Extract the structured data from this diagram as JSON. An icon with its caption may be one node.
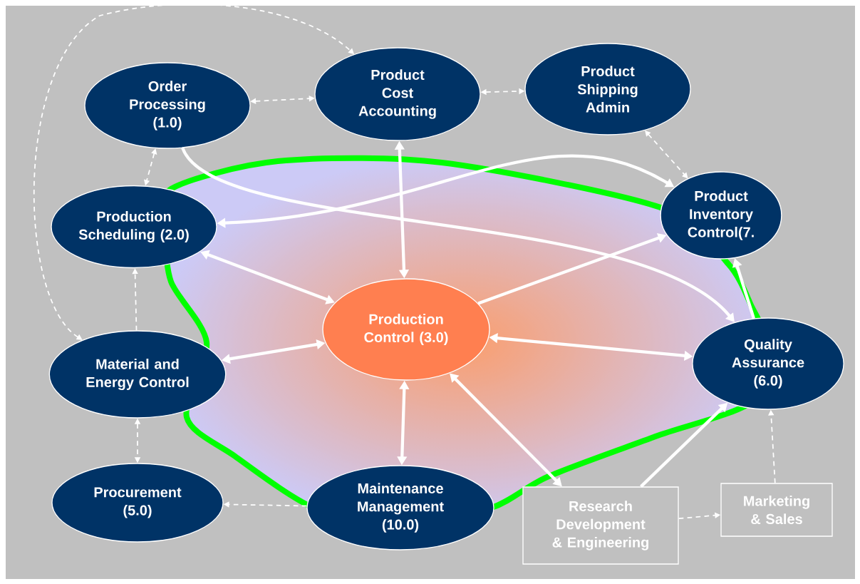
{
  "diagram": {
    "nodes": [
      {
        "text": [
          "Order Processing (1.0)"
        ]
      },
      {
        "text": [
          "Product Cost Accounting"
        ]
      },
      {
        "text": [
          "Product Shipping Admin"
        ]
      },
      {
        "text": [
          "Production Scheduling (2.0)"
        ]
      },
      {
        "text": [
          "Product Inventory Control(7."
        ]
      },
      {
        "text": [
          "Production Control (3.0)"
        ]
      },
      {
        "text": [
          "Material and Energy Control"
        ]
      },
      {
        "text": [
          "Quality Assurance (6.0)"
        ]
      },
      {
        "text": [
          "Procurement (5.0)"
        ]
      },
      {
        "text": [
          "Maintenance Management (10.0)"
        ]
      },
      {
        "text": [
          "Research Development & Engineering"
        ]
      },
      {
        "text": [
          "Marketing & Sales"
        ]
      }
    ],
    "edges": [
      {
        "from": 0,
        "to": 1,
        "arrow": "both",
        "style": "dashed"
      },
      {
        "from": 1,
        "to": 2,
        "arrow": "both",
        "style": "dashed"
      },
      {
        "from": 0,
        "to": 3,
        "arrow": "both",
        "style": "dashed"
      },
      {
        "from": 6,
        "to": 3,
        "arrow": "to",
        "style": "dashed"
      },
      {
        "from": 6,
        "to": 8,
        "arrow": "both",
        "style": "dashed"
      },
      {
        "from": 9,
        "to": 8,
        "arrow": "to",
        "style": "dashed"
      },
      {
        "from": 2,
        "to": 4,
        "arrow": "both",
        "style": "dashed"
      },
      {
        "from": 10,
        "to": 11,
        "arrow": "to",
        "style": "dashed"
      },
      {
        "from": 11,
        "to": 7,
        "arrow": "to",
        "style": "dashed"
      },
      {
        "from": 6,
        "to": 1,
        "arrow": "both",
        "style": "dashed"
      },
      {
        "from": 1,
        "to": 5,
        "arrow": "both"
      },
      {
        "from": 3,
        "to": 5,
        "arrow": "both"
      },
      {
        "from": 6,
        "to": 5,
        "arrow": "both"
      },
      {
        "from": 5,
        "to": 7,
        "arrow": "both"
      },
      {
        "from": 5,
        "to": 9,
        "arrow": "both"
      },
      {
        "from": 5,
        "to": 10,
        "arrow": "both"
      },
      {
        "from": 5,
        "to": 4,
        "arrow": "to"
      },
      {
        "from": 7,
        "to": 4,
        "arrow": "to"
      },
      {
        "from": 10,
        "to": 7,
        "arrow": "to"
      },
      {
        "from": 0,
        "to": 7,
        "arrow": "to"
      },
      {
        "from": 3,
        "to": 4,
        "arrow": "both"
      }
    ]
  }
}
